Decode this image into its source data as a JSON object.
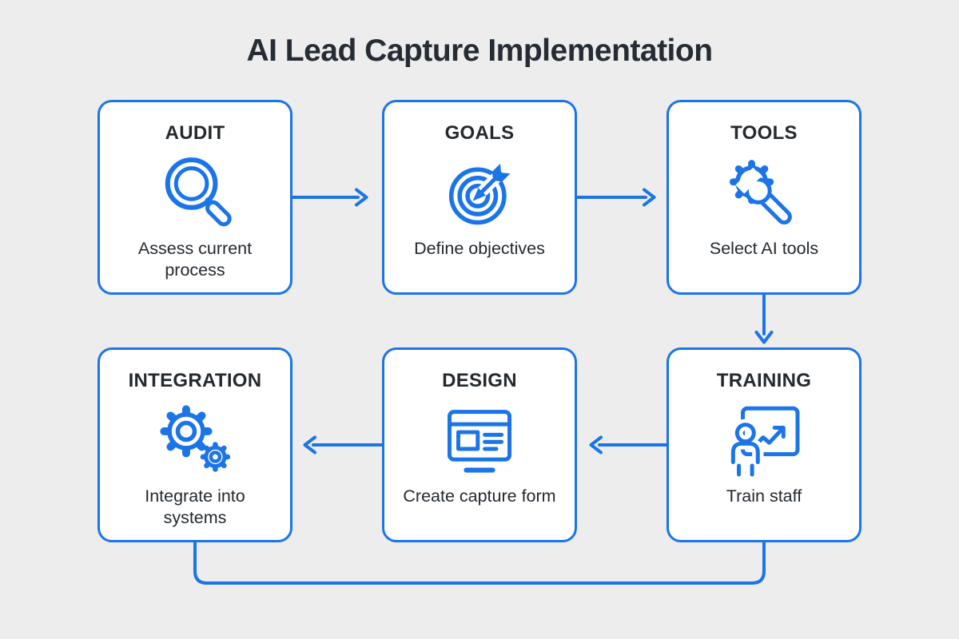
{
  "page": {
    "title": "AI Lead Capture Implementation"
  },
  "colors": {
    "accent": "#1b74e8",
    "background": "#ededed",
    "box_bg": "#ffffff",
    "title_text": "#262c34",
    "body_text": "#23292f"
  },
  "steps": [
    {
      "id": "audit",
      "label": "AUDIT",
      "description": "Assess current process",
      "icon": "magnifier-icon"
    },
    {
      "id": "goals",
      "label": "GOALS",
      "description": "Define objectives",
      "icon": "target-dart-icon"
    },
    {
      "id": "tools",
      "label": "TOOLS",
      "description": "Select AI tools",
      "icon": "gear-wrench-icon"
    },
    {
      "id": "integration",
      "label": "INTEGRATION",
      "description": "Integrate into systems",
      "icon": "two-gears-icon"
    },
    {
      "id": "design",
      "label": "DESIGN",
      "description": "Create capture form",
      "icon": "capture-form-icon"
    },
    {
      "id": "training",
      "label": "TRAINING",
      "description": "Train staff",
      "icon": "presentation-chart-icon"
    }
  ],
  "flow": {
    "connections": [
      {
        "from": "AUDIT",
        "to": "GOALS",
        "direction": "right",
        "arrowhead": true
      },
      {
        "from": "GOALS",
        "to": "TOOLS",
        "direction": "right",
        "arrowhead": true
      },
      {
        "from": "TOOLS",
        "to": "TRAINING",
        "direction": "down",
        "arrowhead": true
      },
      {
        "from": "TRAINING",
        "to": "DESIGN",
        "direction": "left",
        "arrowhead": true
      },
      {
        "from": "DESIGN",
        "to": "INTEGRATION",
        "direction": "left",
        "arrowhead": true
      },
      {
        "from": "INTEGRATION",
        "to": "TRAINING",
        "direction": "bottom-loop",
        "arrowhead": false
      }
    ]
  }
}
